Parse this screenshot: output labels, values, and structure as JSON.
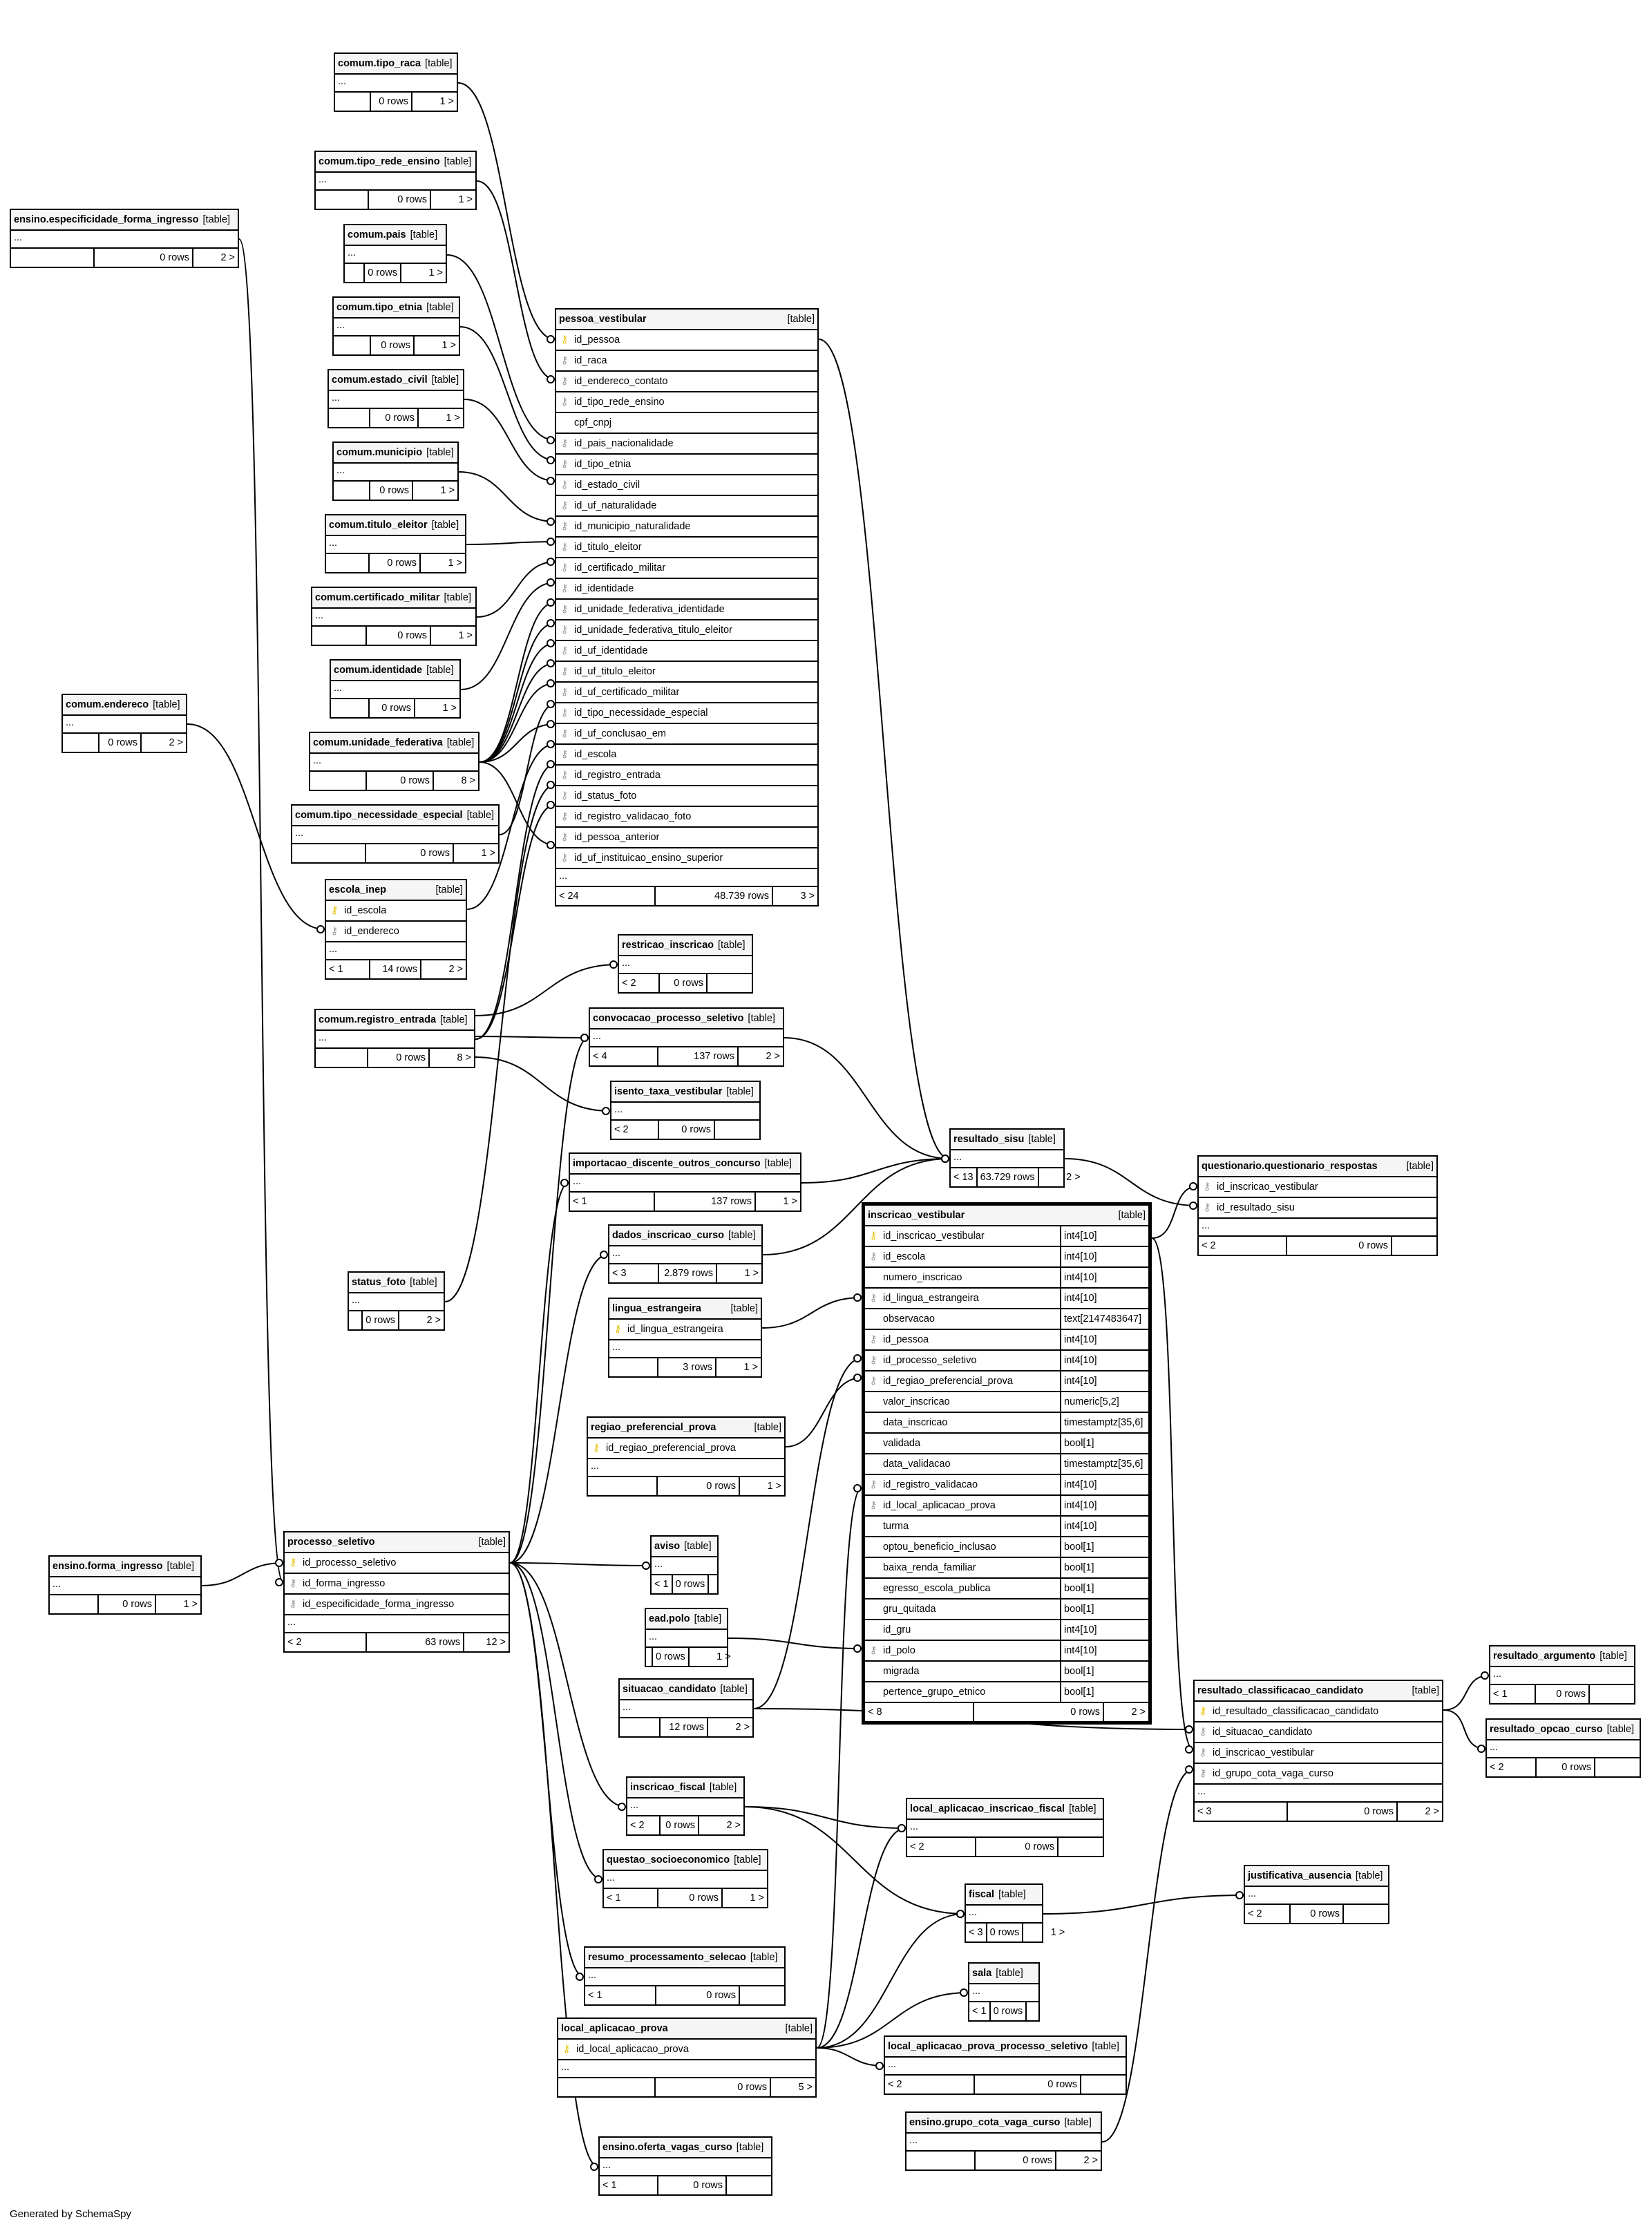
{
  "credit": "Generated by SchemaSpy",
  "tag": "[table]",
  "tables": {
    "tipo_raca": {
      "name": "comum.tipo_raca",
      "dots": "...",
      "left": "",
      "rows": "0 rows",
      "right": "1 >",
      "cols": []
    },
    "tipo_rede_ensino": {
      "name": "comum.tipo_rede_ensino",
      "dots": "...",
      "left": "",
      "rows": "0 rows",
      "right": "1 >",
      "cols": []
    },
    "especificidade": {
      "name": "ensino.especificidade_forma_ingresso",
      "dots": "...",
      "left": "",
      "rows": "0 rows",
      "right": "2 >",
      "cols": []
    },
    "pais": {
      "name": "comum.pais",
      "dots": "...",
      "left": "",
      "rows": "0 rows",
      "right": "1 >",
      "cols": []
    },
    "tipo_etnia": {
      "name": "comum.tipo_etnia",
      "dots": "...",
      "left": "",
      "rows": "0 rows",
      "right": "1 >",
      "cols": []
    },
    "estado_civil": {
      "name": "comum.estado_civil",
      "dots": "...",
      "left": "",
      "rows": "0 rows",
      "right": "1 >",
      "cols": []
    },
    "municipio": {
      "name": "comum.municipio",
      "dots": "...",
      "left": "",
      "rows": "0 rows",
      "right": "1 >",
      "cols": []
    },
    "titulo_eleitor": {
      "name": "comum.titulo_eleitor",
      "dots": "...",
      "left": "",
      "rows": "0 rows",
      "right": "1 >",
      "cols": []
    },
    "certificado_militar": {
      "name": "comum.certificado_militar",
      "dots": "...",
      "left": "",
      "rows": "0 rows",
      "right": "1 >",
      "cols": []
    },
    "identidade": {
      "name": "comum.identidade",
      "dots": "...",
      "left": "",
      "rows": "0 rows",
      "right": "1 >",
      "cols": []
    },
    "endereco": {
      "name": "comum.endereco",
      "dots": "...",
      "left": "",
      "rows": "0 rows",
      "right": "2 >",
      "cols": []
    },
    "unidade_federativa": {
      "name": "comum.unidade_federativa",
      "dots": "...",
      "left": "",
      "rows": "0 rows",
      "right": "8 >",
      "cols": []
    },
    "tipo_necessidade": {
      "name": "comum.tipo_necessidade_especial",
      "dots": "...",
      "left": "",
      "rows": "0 rows",
      "right": "1 >",
      "cols": []
    },
    "escola_inep": {
      "name": "escola_inep",
      "dots": "...",
      "left": "< 1",
      "rows": "14 rows",
      "right": "2 >",
      "cols": [
        {
          "k": "pk",
          "n": "id_escola"
        },
        {
          "k": "fk",
          "n": "id_endereco"
        }
      ]
    },
    "registro_entrada": {
      "name": "comum.registro_entrada",
      "dots": "...",
      "left": "",
      "rows": "0 rows",
      "right": "8 >",
      "cols": []
    },
    "status_foto": {
      "name": "status_foto",
      "dots": "...",
      "left": "",
      "rows": "0 rows",
      "right": "2 >",
      "cols": []
    },
    "forma_ingresso": {
      "name": "ensino.forma_ingresso",
      "dots": "...",
      "left": "",
      "rows": "0 rows",
      "right": "1 >",
      "cols": []
    },
    "processo_seletivo": {
      "name": "processo_seletivo",
      "dots": "...",
      "left": "< 2",
      "rows": "63 rows",
      "right": "12 >",
      "cols": [
        {
          "k": "pk",
          "n": "id_processo_seletivo"
        },
        {
          "k": "fk",
          "n": "id_forma_ingresso"
        },
        {
          "k": "fk",
          "n": "id_especificidade_forma_ingresso"
        }
      ]
    },
    "pessoa_vestibular": {
      "name": "pessoa_vestibular",
      "dots": "...",
      "left": "< 24",
      "rows": "48.739 rows",
      "right": "3 >",
      "cols": [
        {
          "k": "pk",
          "n": "id_pessoa"
        },
        {
          "k": "fk",
          "n": "id_raca"
        },
        {
          "k": "fk",
          "n": "id_endereco_contato"
        },
        {
          "k": "fk",
          "n": "id_tipo_rede_ensino"
        },
        {
          "k": "",
          "n": "cpf_cnpj"
        },
        {
          "k": "fk",
          "n": "id_pais_nacionalidade"
        },
        {
          "k": "fk",
          "n": "id_tipo_etnia"
        },
        {
          "k": "fk",
          "n": "id_estado_civil"
        },
        {
          "k": "fk",
          "n": "id_uf_naturalidade"
        },
        {
          "k": "fk",
          "n": "id_municipio_naturalidade"
        },
        {
          "k": "fk",
          "n": "id_titulo_eleitor"
        },
        {
          "k": "fk",
          "n": "id_certificado_militar"
        },
        {
          "k": "fk",
          "n": "id_identidade"
        },
        {
          "k": "fk",
          "n": "id_unidade_federativa_identidade"
        },
        {
          "k": "fk",
          "n": "id_unidade_federativa_titulo_eleitor"
        },
        {
          "k": "fk",
          "n": "id_uf_identidade"
        },
        {
          "k": "fk",
          "n": "id_uf_titulo_eleitor"
        },
        {
          "k": "fk",
          "n": "id_uf_certificado_militar"
        },
        {
          "k": "fk",
          "n": "id_tipo_necessidade_especial"
        },
        {
          "k": "fk",
          "n": "id_uf_conclusao_em"
        },
        {
          "k": "fk",
          "n": "id_escola"
        },
        {
          "k": "fk",
          "n": "id_registro_entrada"
        },
        {
          "k": "fk",
          "n": "id_status_foto"
        },
        {
          "k": "fk",
          "n": "id_registro_validacao_foto"
        },
        {
          "k": "fk",
          "n": "id_pessoa_anterior"
        },
        {
          "k": "fk",
          "n": "id_uf_instituicao_ensino_superior"
        }
      ]
    },
    "restricao_inscricao": {
      "name": "restricao_inscricao",
      "dots": "...",
      "left": "< 2",
      "rows": "0 rows",
      "right": "",
      "cols": []
    },
    "convocacao": {
      "name": "convocacao_processo_seletivo",
      "dots": "...",
      "left": "< 4",
      "rows": "137 rows",
      "right": "2 >",
      "cols": []
    },
    "isento": {
      "name": "isento_taxa_vestibular",
      "dots": "...",
      "left": "< 2",
      "rows": "0 rows",
      "right": "",
      "cols": []
    },
    "importacao": {
      "name": "importacao_discente_outros_concurso",
      "dots": "...",
      "left": "< 1",
      "rows": "137 rows",
      "right": "1 >",
      "cols": []
    },
    "dados_inscricao_curso": {
      "name": "dados_inscricao_curso",
      "dots": "...",
      "left": "< 3",
      "rows": "2.879 rows",
      "right": "1 >",
      "cols": []
    },
    "lingua_estrangeira": {
      "name": "lingua_estrangeira",
      "dots": "...",
      "left": "",
      "rows": "3 rows",
      "right": "1 >",
      "cols": [
        {
          "k": "pk",
          "n": "id_lingua_estrangeira"
        }
      ]
    },
    "regiao": {
      "name": "regiao_preferencial_prova",
      "dots": "...",
      "left": "",
      "rows": "0 rows",
      "right": "1 >",
      "cols": [
        {
          "k": "pk",
          "n": "id_regiao_preferencial_prova"
        }
      ]
    },
    "aviso": {
      "name": "aviso",
      "dots": "...",
      "left": "< 1",
      "rows": "0 rows",
      "right": "",
      "cols": []
    },
    "ead_polo": {
      "name": "ead.polo",
      "dots": "...",
      "left": "",
      "rows": "0 rows",
      "right": "1 >",
      "cols": []
    },
    "situacao_candidato": {
      "name": "situacao_candidato",
      "dots": "...",
      "left": "",
      "rows": "12 rows",
      "right": "2 >",
      "cols": []
    },
    "inscricao_fiscal": {
      "name": "inscricao_fiscal",
      "dots": "...",
      "left": "< 2",
      "rows": "0 rows",
      "right": "2 >",
      "cols": []
    },
    "questao": {
      "name": "questao_socioeconomico",
      "dots": "...",
      "left": "< 1",
      "rows": "0 rows",
      "right": "1 >",
      "cols": []
    },
    "resumo": {
      "name": "resumo_processamento_selecao",
      "dots": "...",
      "left": "< 1",
      "rows": "0 rows",
      "right": "",
      "cols": []
    },
    "local_aplicacao_prova": {
      "name": "local_aplicacao_prova",
      "dots": "...",
      "left": "",
      "rows": "0 rows",
      "right": "5 >",
      "cols": [
        {
          "k": "pk",
          "n": "id_local_aplicacao_prova"
        }
      ]
    },
    "oferta_vagas": {
      "name": "ensino.oferta_vagas_curso",
      "dots": "...",
      "left": "< 1",
      "rows": "0 rows",
      "right": "",
      "cols": []
    },
    "resultado_sisu": {
      "name": "resultado_sisu",
      "dots": "...",
      "left": "< 13",
      "rows": "63.729 rows",
      "right": "2 >",
      "cols": []
    },
    "questionario": {
      "name": "questionario.questionario_respostas",
      "dots": "...",
      "left": "< 2",
      "rows": "0 rows",
      "right": "",
      "cols": [
        {
          "k": "fk",
          "n": "id_inscricao_vestibular"
        },
        {
          "k": "fk",
          "n": "id_resultado_sisu"
        }
      ]
    },
    "inscricao_vestibular": {
      "name": "inscricao_vestibular",
      "dots": "",
      "left": "< 8",
      "rows": "0 rows",
      "right": "2 >",
      "cols": [
        {
          "k": "pk",
          "n": "id_inscricao_vestibular",
          "t": "int4[10]"
        },
        {
          "k": "fk",
          "n": "id_escola",
          "t": "int4[10]"
        },
        {
          "k": "",
          "n": "numero_inscricao",
          "t": "int4[10]"
        },
        {
          "k": "fk",
          "n": "id_lingua_estrangeira",
          "t": "int4[10]"
        },
        {
          "k": "",
          "n": "observacao",
          "t": "text[2147483647]"
        },
        {
          "k": "fk",
          "n": "id_pessoa",
          "t": "int4[10]"
        },
        {
          "k": "fk",
          "n": "id_processo_seletivo",
          "t": "int4[10]"
        },
        {
          "k": "fk",
          "n": "id_regiao_preferencial_prova",
          "t": "int4[10]"
        },
        {
          "k": "",
          "n": "valor_inscricao",
          "t": "numeric[5,2]"
        },
        {
          "k": "",
          "n": "data_inscricao",
          "t": "timestamptz[35,6]"
        },
        {
          "k": "",
          "n": "validada",
          "t": "bool[1]"
        },
        {
          "k": "",
          "n": "data_validacao",
          "t": "timestamptz[35,6]"
        },
        {
          "k": "fk",
          "n": "id_registro_validacao",
          "t": "int4[10]"
        },
        {
          "k": "fk",
          "n": "id_local_aplicacao_prova",
          "t": "int4[10]"
        },
        {
          "k": "",
          "n": "turma",
          "t": "int4[10]"
        },
        {
          "k": "",
          "n": "optou_beneficio_inclusao",
          "t": "bool[1]"
        },
        {
          "k": "",
          "n": "baixa_renda_familiar",
          "t": "bool[1]"
        },
        {
          "k": "",
          "n": "egresso_escola_publica",
          "t": "bool[1]"
        },
        {
          "k": "",
          "n": "gru_quitada",
          "t": "bool[1]"
        },
        {
          "k": "",
          "n": "id_gru",
          "t": "int4[10]"
        },
        {
          "k": "fk",
          "n": "id_polo",
          "t": "int4[10]"
        },
        {
          "k": "",
          "n": "migrada",
          "t": "bool[1]"
        },
        {
          "k": "",
          "n": "pertence_grupo_etnico",
          "t": "bool[1]"
        }
      ]
    },
    "resultado_classificacao": {
      "name": "resultado_classificacao_candidato",
      "dots": "...",
      "left": "< 3",
      "rows": "0 rows",
      "right": "2 >",
      "cols": [
        {
          "k": "pk",
          "n": "id_resultado_classificacao_candidato"
        },
        {
          "k": "fk",
          "n": "id_situacao_candidato"
        },
        {
          "k": "fk",
          "n": "id_inscricao_vestibular"
        },
        {
          "k": "fk",
          "n": "id_grupo_cota_vaga_curso"
        }
      ]
    },
    "resultado_argumento": {
      "name": "resultado_argumento",
      "dots": "...",
      "left": "< 1",
      "rows": "0 rows",
      "right": "",
      "cols": []
    },
    "resultado_opcao_curso": {
      "name": "resultado_opcao_curso",
      "dots": "...",
      "left": "< 2",
      "rows": "0 rows",
      "right": "",
      "cols": []
    },
    "local_aplicacao_inscricao_fiscal": {
      "name": "local_aplicacao_inscricao_fiscal",
      "dots": "...",
      "left": "< 2",
      "rows": "0 rows",
      "right": "",
      "cols": []
    },
    "fiscal": {
      "name": "fiscal",
      "dots": "...",
      "left": "< 3",
      "rows": "0 rows",
      "right": "1 >",
      "cols": []
    },
    "justificativa": {
      "name": "justificativa_ausencia",
      "dots": "...",
      "left": "< 2",
      "rows": "0 rows",
      "right": "",
      "cols": []
    },
    "sala": {
      "name": "sala",
      "dots": "...",
      "left": "< 1",
      "rows": "0 rows",
      "right": "",
      "cols": []
    },
    "lapps": {
      "name": "local_aplicacao_prova_processo_seletivo",
      "dots": "...",
      "left": "< 2",
      "rows": "0 rows",
      "right": "",
      "cols": []
    },
    "grupo_cota": {
      "name": "ensino.grupo_cota_vaga_curso",
      "dots": "...",
      "left": "",
      "rows": "0 rows",
      "right": "2 >",
      "cols": []
    }
  }
}
